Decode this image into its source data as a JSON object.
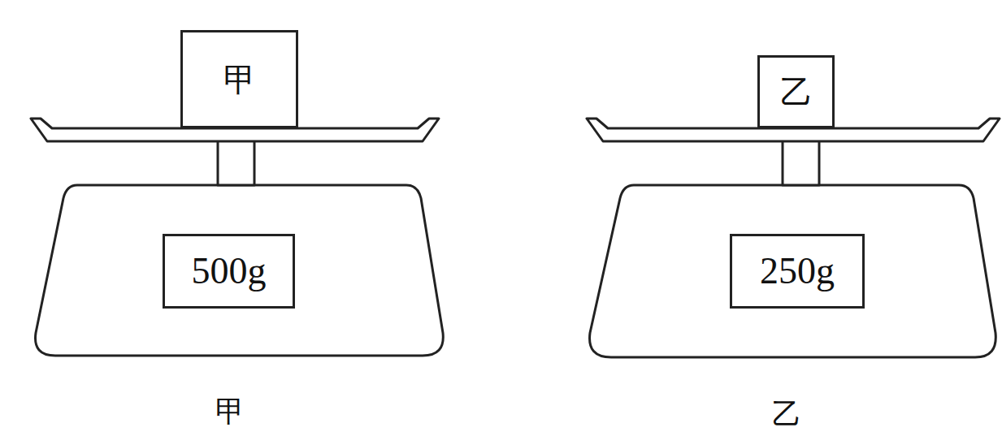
{
  "diagram": {
    "nodes": [
      {
        "text": [
          "甲"
        ]
      },
      {
        "text": [
          "500g"
        ]
      },
      {
        "text": [
          "乙"
        ]
      },
      {
        "text": [
          "250g"
        ]
      }
    ],
    "labels": [
      "甲",
      "乙"
    ]
  }
}
